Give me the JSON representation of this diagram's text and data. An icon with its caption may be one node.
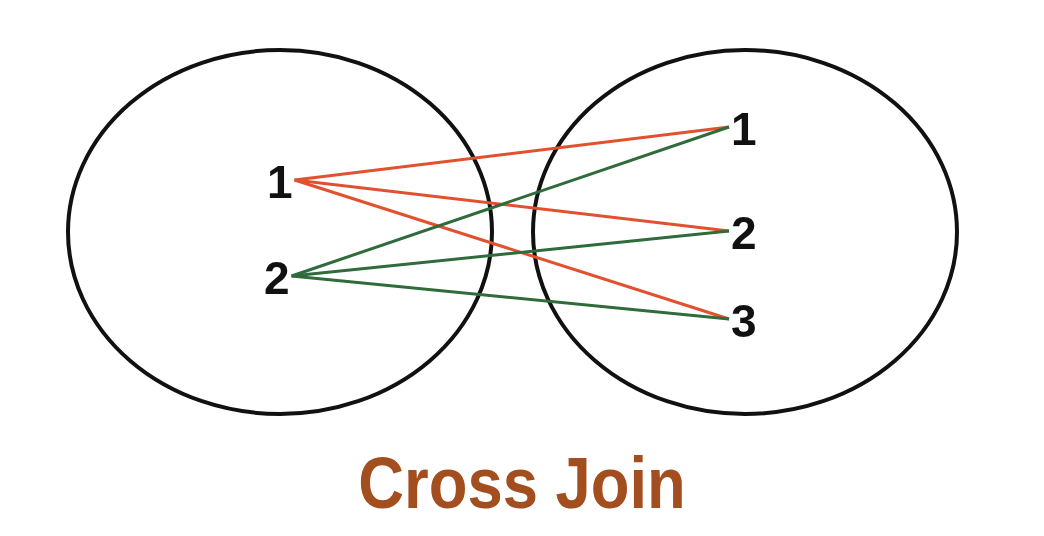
{
  "diagram": {
    "caption": "Cross Join",
    "nodes": [
      {
        "text": [],
        "shape": "circle"
      },
      {
        "text": [
          "1"
        ],
        "in": 0
      },
      {
        "text": [
          "2"
        ],
        "in": 0
      },
      {
        "text": [],
        "shape": "circle"
      },
      {
        "text": [
          "1"
        ],
        "in": 3
      },
      {
        "text": [
          "2"
        ],
        "in": 3
      },
      {
        "text": [
          "3"
        ],
        "in": 3
      }
    ],
    "edges": [
      {
        "from": 1,
        "to": 4,
        "arrow": "none",
        "color": "#e2512f"
      },
      {
        "from": 1,
        "to": 5,
        "arrow": "none",
        "color": "#e2512f"
      },
      {
        "from": 1,
        "to": 6,
        "arrow": "none",
        "color": "#e2512f"
      },
      {
        "from": 2,
        "to": 4,
        "arrow": "none",
        "color": "#2f6b3b"
      },
      {
        "from": 2,
        "to": 5,
        "arrow": "none",
        "color": "#2f6b3b"
      },
      {
        "from": 2,
        "to": 6,
        "arrow": "none",
        "color": "#2f6b3b"
      }
    ]
  }
}
